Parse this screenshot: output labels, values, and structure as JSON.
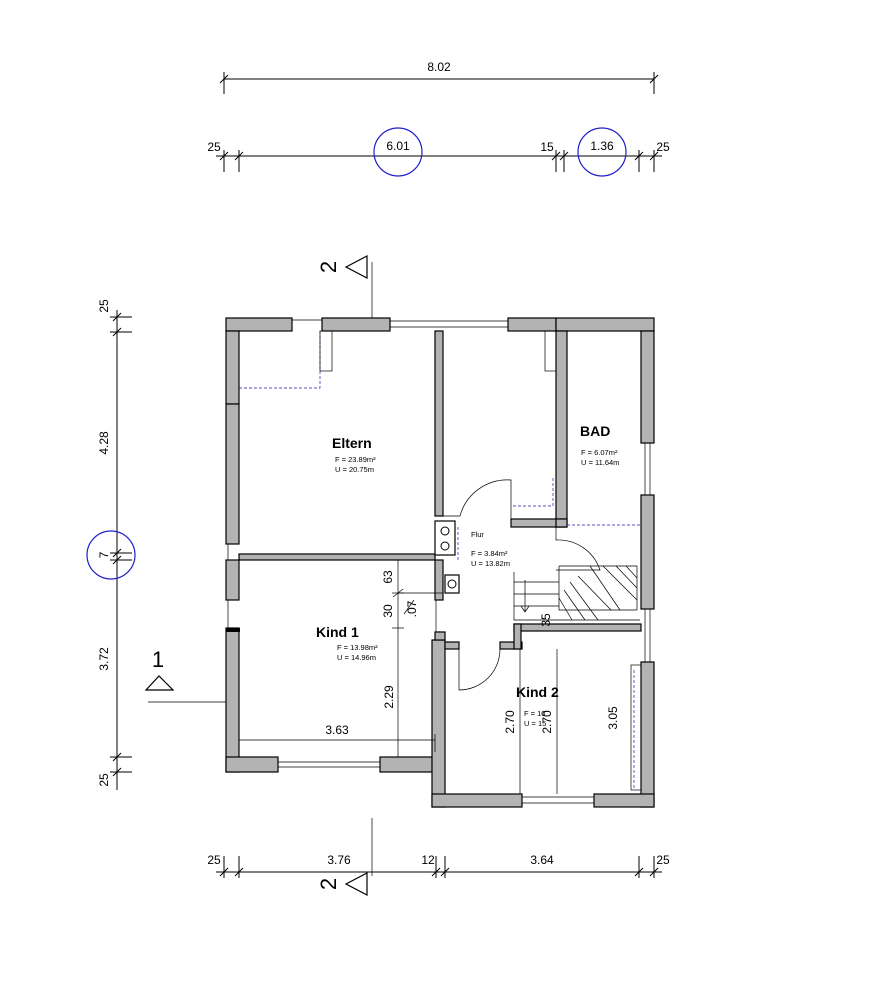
{
  "dimensions": {
    "top_overall": "8.02",
    "top_segments": [
      "25",
      "6.01",
      "15",
      "1.36",
      "25"
    ],
    "left_segments": [
      "25",
      "4.28",
      "7",
      "3.72",
      "25"
    ],
    "bottom_segments": [
      "25",
      "3.76",
      "12",
      "3.64",
      "25"
    ],
    "interior": {
      "kind1_width": "3.63",
      "kind1_depth": "2.29",
      "d63": "63",
      "d30": "30",
      "d07": ".07",
      "stair_35": "35",
      "kind2_a": "2.70",
      "kind2_b": "2.70",
      "kind2_depth": "3.05"
    }
  },
  "sections": {
    "top": "2",
    "bottom": "2",
    "left": "1"
  },
  "rooms": {
    "eltern": {
      "name": "Eltern",
      "area": "F = 23.89m²",
      "perimeter": "U = 20.75m"
    },
    "bad": {
      "name": "BAD",
      "area": "F = 6.07m²",
      "perimeter": "U = 11.64m"
    },
    "flur": {
      "name": "Flur",
      "area": "F = 3.84m²",
      "perimeter": "U = 13.82m"
    },
    "kind1": {
      "name": "Kind 1",
      "area": "F = 13.98m²",
      "perimeter": "U = 14.96m"
    },
    "kind2": {
      "name": "Kind 2",
      "area": "F = 10",
      "perimeter": "U = 15"
    }
  }
}
